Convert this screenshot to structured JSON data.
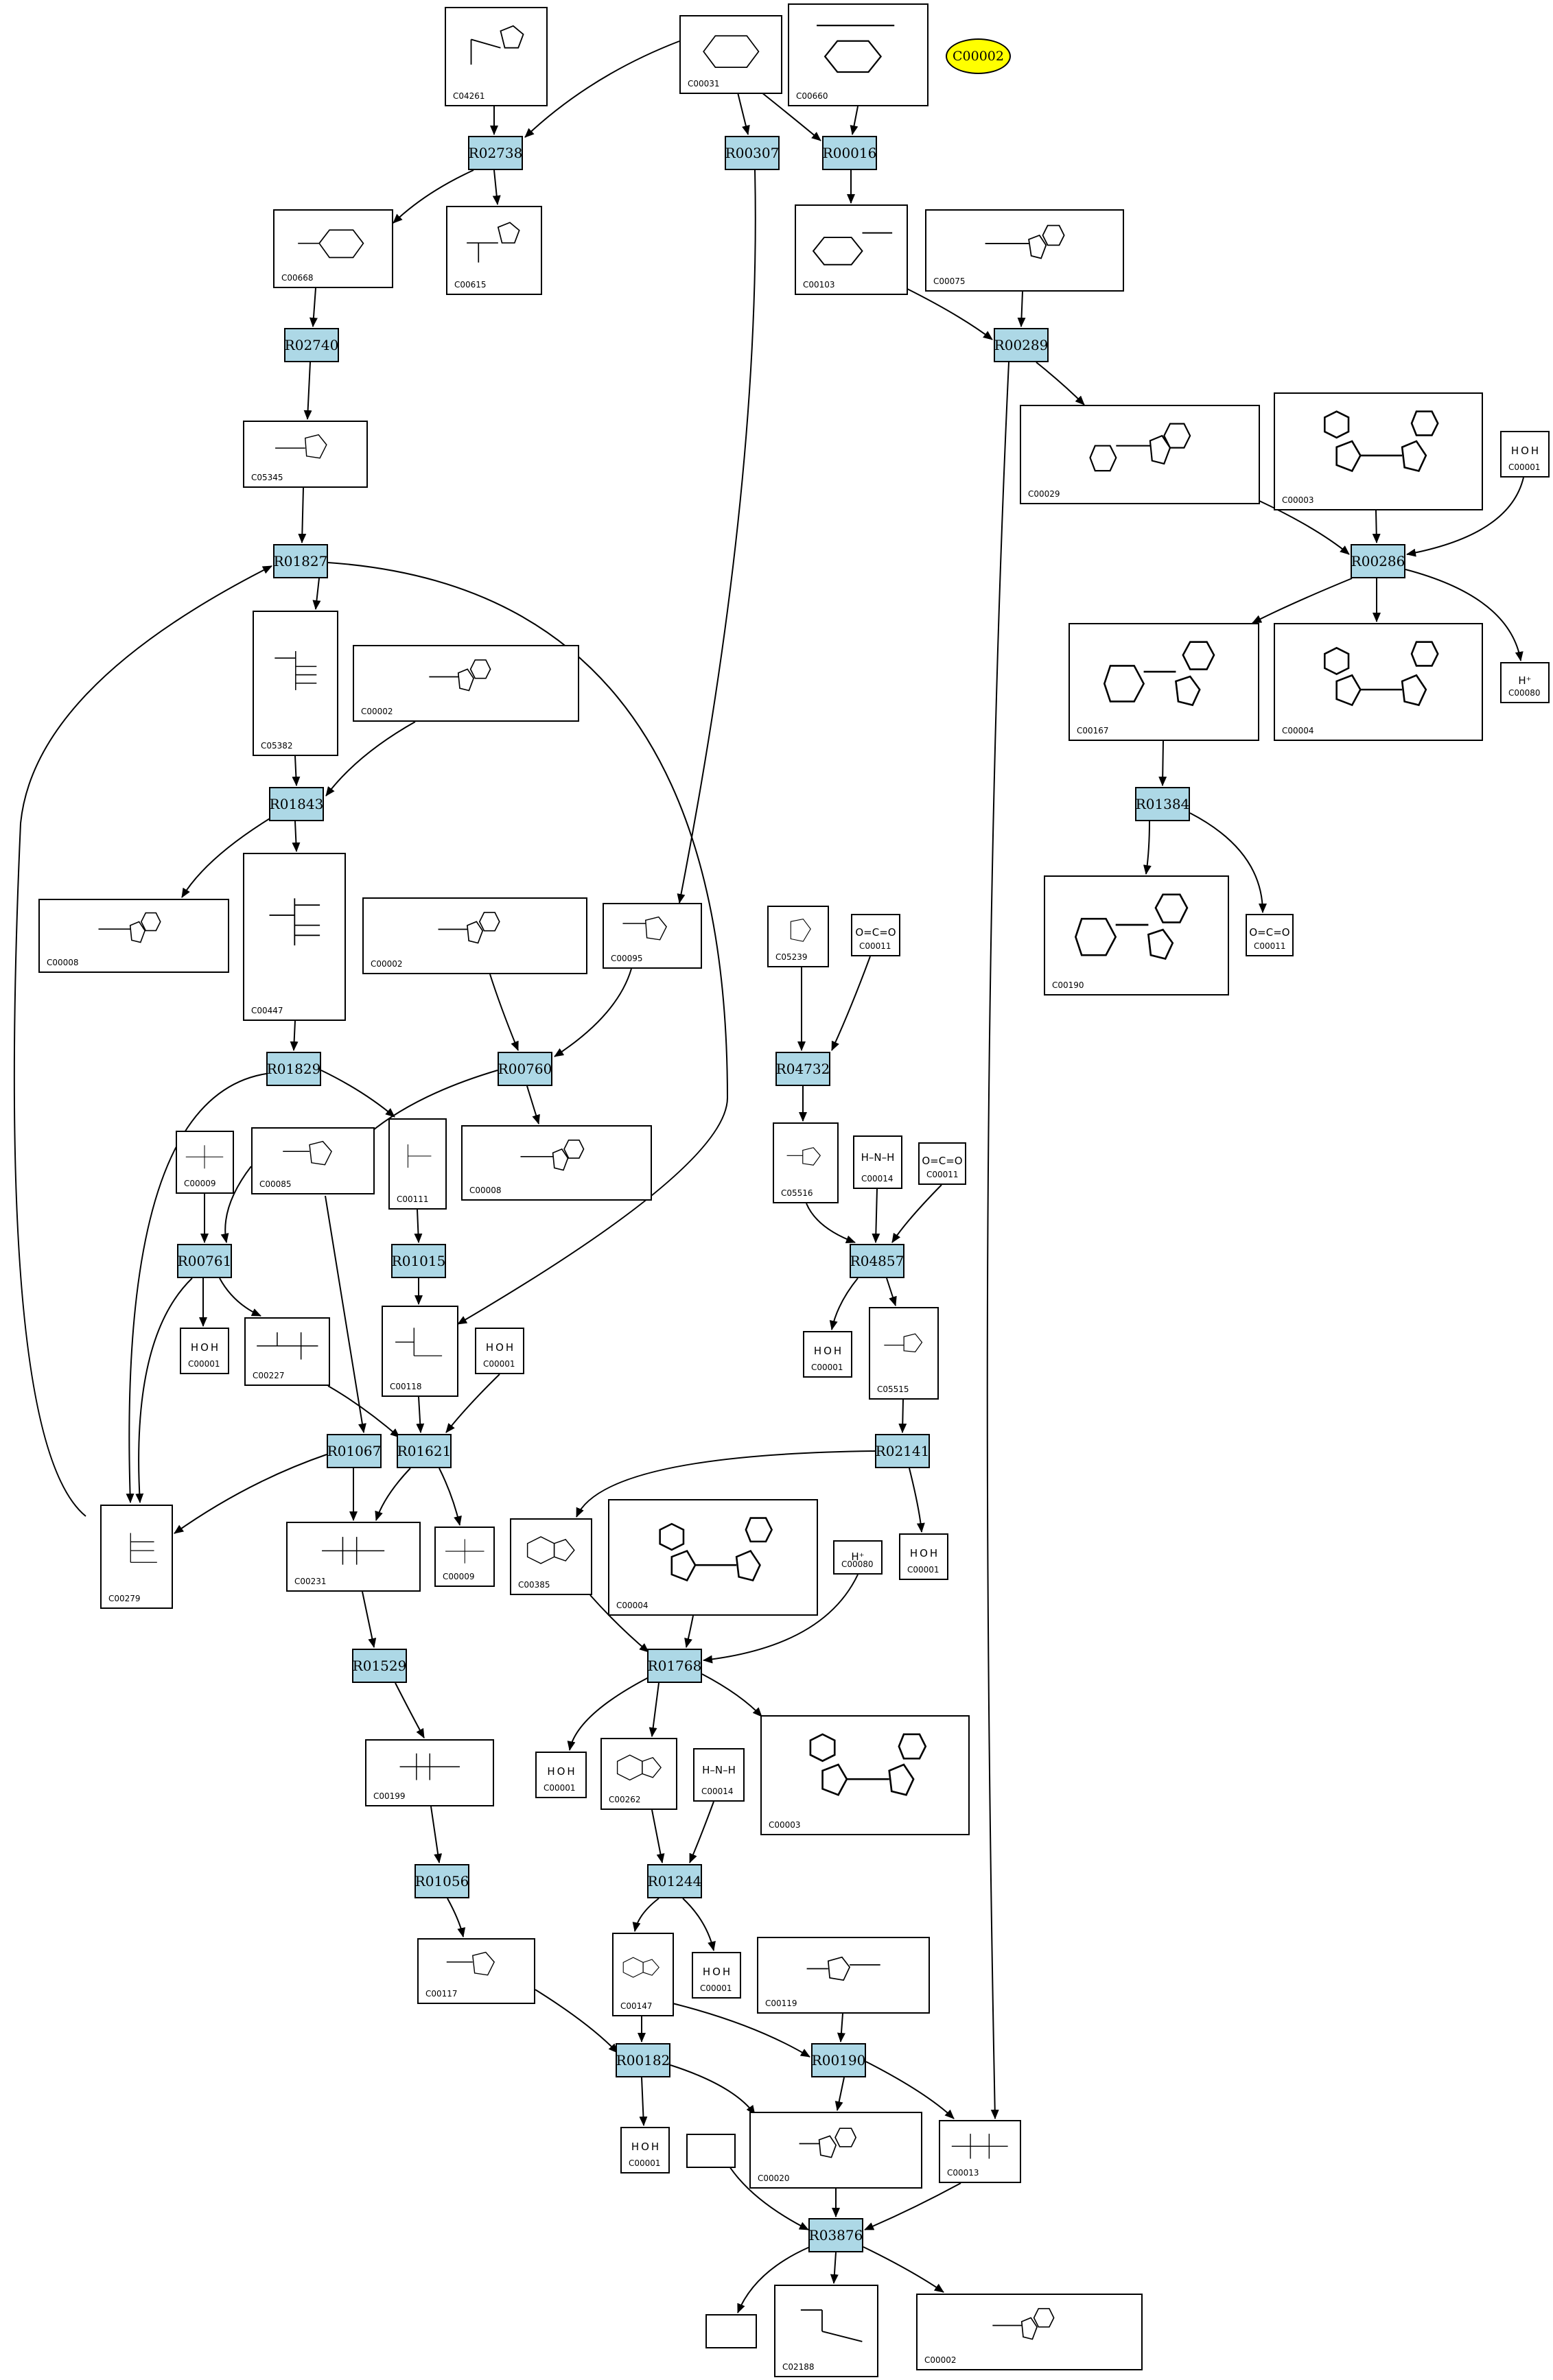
{
  "highlight": {
    "label": "C00002",
    "color": "#ffff00"
  },
  "colors": {
    "reaction_fill": "#add8e6",
    "edge": "#000000"
  },
  "reactions": {
    "R02738": "R02738",
    "R00307": "R00307",
    "R00016": "R00016",
    "R02740": "R02740",
    "R00289": "R00289",
    "R01827": "R01827",
    "R00286": "R00286",
    "R01843": "R01843",
    "R01384": "R01384",
    "R04732": "R04732",
    "R01829": "R01829",
    "R00760": "R00760",
    "R00761": "R00761",
    "R01015": "R01015",
    "R04857": "R04857",
    "R01067": "R01067",
    "R01621": "R01621",
    "R02141": "R02141",
    "R01768": "R01768",
    "R01529": "R01529",
    "R01056": "R01056",
    "R01244": "R01244",
    "R00182": "R00182",
    "R00190": "R00190",
    "R03876": "R03876"
  },
  "compounds": {
    "c04261": "C04261",
    "c00031": "C00031",
    "c00660": "C00660",
    "c00668": "C00668",
    "c00615": "C00615",
    "c00103": "C00103",
    "c00075": "C00075",
    "c05345": "C05345",
    "c00029": "C00029",
    "c00003a": "C00003",
    "c00001a": "C00001",
    "c05382": "C05382",
    "c00002a": "C00002",
    "c00167": "C00167",
    "c00004a": "C00004",
    "c00080a": "C00080",
    "c00008a": "C00008",
    "c00447": "C00447",
    "c00002b": "C00002",
    "c00095": "C00095",
    "c05239": "C05239",
    "c00011a": "C00011",
    "c00190": "C00190",
    "c00011b": "C00011",
    "c00009a": "C00009",
    "c00085": "C00085",
    "c00111": "C00111",
    "c00008b": "C00008",
    "c05516": "C05516",
    "c00014a": "C00014",
    "c00011c": "C00011",
    "c00001b": "C00001",
    "c00227": "C00227",
    "c00118": "C00118",
    "c00001c": "C00001",
    "c00001d": "C00001",
    "c05515": "C05515",
    "c00279": "C00279",
    "c00231": "C00231",
    "c00009b": "C00009",
    "c00385": "C00385",
    "c00004b": "C00004",
    "c00080b": "C00080",
    "c00001e": "C00001",
    "c00199": "C00199",
    "c00001f": "C00001",
    "c00262": "C00262",
    "c00014b": "C00014",
    "c00003b": "C00003",
    "c00117": "C00117",
    "c00147": "C00147",
    "c00001g": "C00001",
    "c00119": "C00119",
    "c00001h": "C00001",
    "c00020": "C00020",
    "c00013": "C00013",
    "c02188": "C02188",
    "c00002c": "C00002"
  },
  "formulas": {
    "h2o": "H O H",
    "hplus": "H⁺",
    "co2": "O=C=O",
    "nh3": "H–N–H"
  }
}
